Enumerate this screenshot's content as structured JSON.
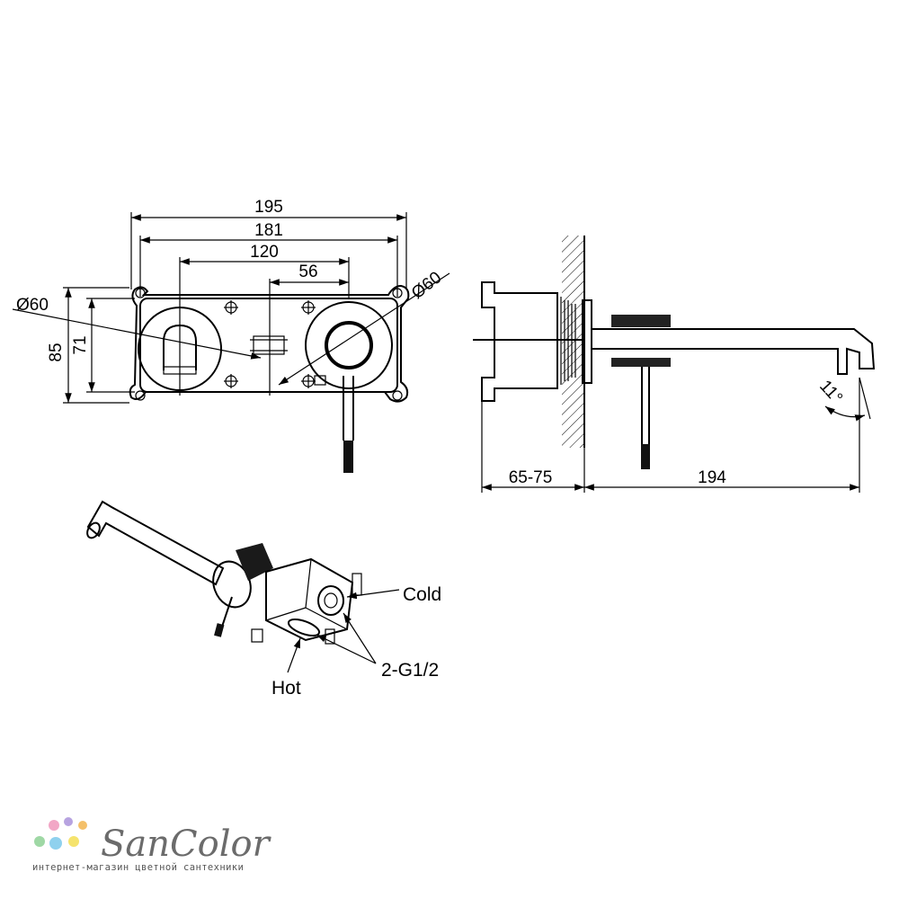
{
  "front_view": {
    "dim_overall": "195",
    "dim_plate": "181",
    "dim_centers": "120",
    "dim_offset": "56",
    "dim_left_dia": "Ø60",
    "dim_right_dia": "Ø60",
    "dim_height_outer": "85",
    "dim_height_inner": "71"
  },
  "side_view": {
    "dim_depth": "65-75",
    "dim_projection": "194",
    "dim_angle": "11°"
  },
  "iso_view": {
    "label_cold": "Cold",
    "label_hot": "Hot",
    "label_connection": "2-G1/2"
  },
  "brand": {
    "name": "SanColor",
    "tagline": "интернет-магазин цветной сантехники",
    "dot_colors": [
      "#f2a7c6",
      "#b7a3e0",
      "#f4c06a",
      "#9fd8a5",
      "#8fd1ee",
      "#f5e36d"
    ]
  }
}
